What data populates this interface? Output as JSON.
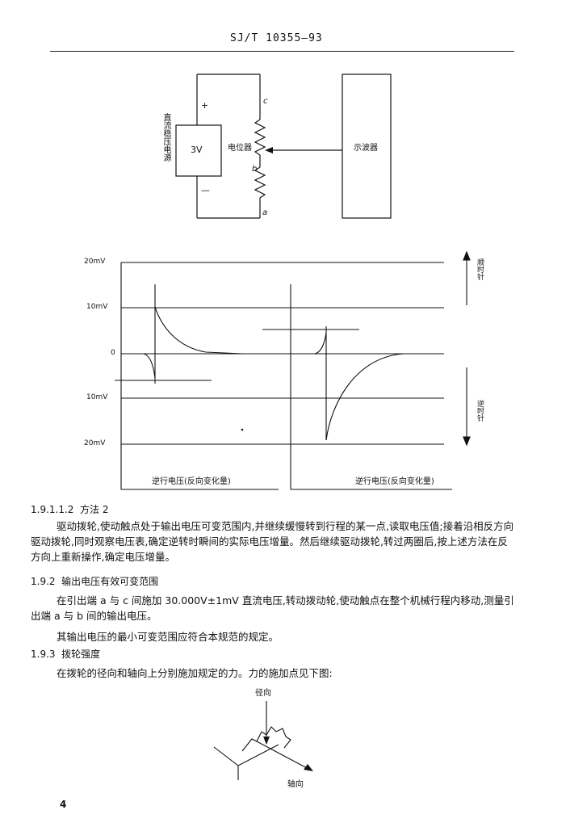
{
  "header": {
    "doc_number": "SJ/T 10355—93"
  },
  "circuit": {
    "source_vertical_label": "直流稳压电源",
    "source_value": "3V",
    "plus": "+",
    "minus": "—",
    "pot_label": "电位器",
    "terminal_c": "c",
    "terminal_b": "b",
    "terminal_a": "a",
    "oscilloscope": "示波器"
  },
  "waveform": {
    "y_labels": [
      "20mV",
      "10mV",
      "0",
      "10mV",
      "20mV"
    ],
    "cw_label": "顺时针",
    "ccw_label": "逆时针",
    "left_caption": "逆行电压(反向变化量)",
    "right_caption": "逆行电压(反向变化量)"
  },
  "text": {
    "sec_1_9_1_1_2": "1.9.1.1.2  方法 2",
    "p1": "驱动拨轮,使动触点处于输出电压可变范围内,并继续缓慢转到行程的某一点,读取电压值;接着沿相反方向驱动拨轮,同时观察电压表,确定逆转时瞬间的实际电压增量。然后继续驱动拨轮,转过两圈后,按上述方法在反方向上重新操作,确定电压增量。",
    "sec_1_9_2": "1.9.2  输出电压有效可变范围",
    "p2": "在引出端 a 与 c 间施加 30.000V±1mV 直流电压,转动拨动轮,使动触点在整个机械行程内移动,测量引出端 a 与 b 间的输出电压。",
    "p3": "其输出电压的最小可变范围应符合本规范的规定。",
    "sec_1_9_3": "1.9.3  拨轮强度",
    "p4": "在拨轮的径向和轴向上分别施加规定的力。力的施加点见下图:"
  },
  "force_fig": {
    "radial": "径向",
    "axial": "轴向"
  },
  "footer": {
    "page_number": "4"
  }
}
